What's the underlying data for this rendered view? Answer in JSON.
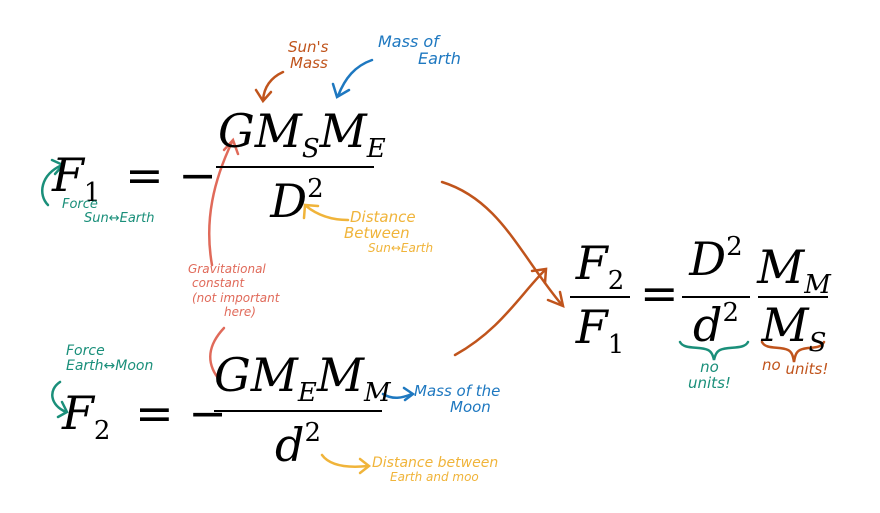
{
  "equations": {
    "f1": {
      "lhs": "F",
      "lhs_sub": "1",
      "eq": "= −",
      "num": "GM",
      "num_s": "S",
      "num_m": "M",
      "num_e": "E",
      "den": "D",
      "den_sup": "2"
    },
    "f2": {
      "lhs": "F",
      "lhs_sub": "2",
      "eq": "= −",
      "num": "GM",
      "num_e": "E",
      "num_m": "M",
      "num_mm": "M",
      "den": "d",
      "den_sup": "2"
    },
    "ratio": {
      "left_num": "F",
      "left_num_sub": "2",
      "left_den": "F",
      "left_den_sub": "1",
      "eq": "=",
      "mid_num": "D",
      "mid_num_sup": "2",
      "mid_den": "d",
      "mid_den_sup": "2",
      "right_num": "M",
      "right_num_sub": "M",
      "right_den": "M",
      "right_den_sub": "S"
    }
  },
  "annotations": {
    "suns_mass": [
      "Sun's",
      "Mass"
    ],
    "mass_of_earth": [
      "Mass of",
      "Earth"
    ],
    "force_sun_earth": [
      "Force",
      "Sun↔Earth"
    ],
    "distance_between": [
      "Distance",
      "Between",
      "Sun↔Earth"
    ],
    "gravitational_constant": [
      "Gravitational",
      "constant",
      "(not important",
      "here)"
    ],
    "force_earth_moon": [
      "Force",
      "Earth↔Moon"
    ],
    "mass_of_moon": [
      "Mass of the",
      "Moon"
    ],
    "distance_between_earth_moon": [
      "Distance between",
      "Earth and moo"
    ],
    "no_units_1": [
      "no",
      "units!"
    ],
    "no_units_2": [
      "no",
      "units!"
    ]
  },
  "colors": {
    "orange": "#c0541c",
    "blue": "#1e78c0",
    "teal": "#1a8f7a",
    "yellow": "#f0b43a",
    "red": "#e06a5a"
  }
}
